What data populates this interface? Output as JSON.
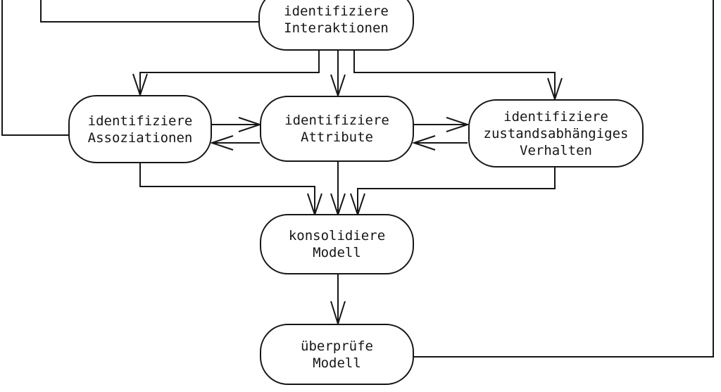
{
  "diagram": {
    "language": "de",
    "colors": {
      "background": "#ffffff",
      "line": "#161616",
      "text": "#161616"
    },
    "nodes": [
      {
        "id": "identifiziere-interaktionen",
        "label": "identifiziere\nInteraktionen"
      },
      {
        "id": "identifiziere-assoziationen",
        "label": "identifiziere\nAssoziationen"
      },
      {
        "id": "identifiziere-attribute",
        "label": "identifiziere\nAttribute"
      },
      {
        "id": "identifiziere-zustandsabhaengiges-verhalten",
        "label": "identifiziere\nzustandsabhängiges\nVerhalten"
      },
      {
        "id": "konsolidiere-modell",
        "label": "konsolidiere\nModell"
      },
      {
        "id": "ueberpruefe-modell",
        "label": "überprüfe\nModell"
      }
    ],
    "edges": [
      {
        "from": "offscreen-top-left-outer",
        "to": "identifiziere-assoziationen",
        "arrowhead": false
      },
      {
        "from": "offscreen-top-left-inner",
        "to": "identifiziere-interaktionen",
        "arrowhead": false
      },
      {
        "from": "identifiziere-interaktionen",
        "to": "identifiziere-assoziationen",
        "arrowhead": true
      },
      {
        "from": "identifiziere-interaktionen",
        "to": "identifiziere-attribute",
        "arrowhead": true
      },
      {
        "from": "identifiziere-interaktionen",
        "to": "identifiziere-zustandsabhaengiges-verhalten",
        "arrowhead": true
      },
      {
        "from": "identifiziere-assoziationen",
        "to": "identifiziere-attribute",
        "arrowhead": true
      },
      {
        "from": "identifiziere-attribute",
        "to": "identifiziere-assoziationen",
        "arrowhead": true
      },
      {
        "from": "identifiziere-attribute",
        "to": "identifiziere-zustandsabhaengiges-verhalten",
        "arrowhead": true
      },
      {
        "from": "identifiziere-zustandsabhaengiges-verhalten",
        "to": "identifiziere-attribute",
        "arrowhead": true
      },
      {
        "from": "identifiziere-assoziationen",
        "to": "konsolidiere-modell",
        "arrowhead": true
      },
      {
        "from": "identifiziere-attribute",
        "to": "konsolidiere-modell",
        "arrowhead": true
      },
      {
        "from": "identifiziere-zustandsabhaengiges-verhalten",
        "to": "konsolidiere-modell",
        "arrowhead": true
      },
      {
        "from": "konsolidiere-modell",
        "to": "ueberpruefe-modell",
        "arrowhead": true
      },
      {
        "from": "ueberpruefe-modell",
        "to": "offscreen-top-right",
        "arrowhead": false
      }
    ]
  }
}
